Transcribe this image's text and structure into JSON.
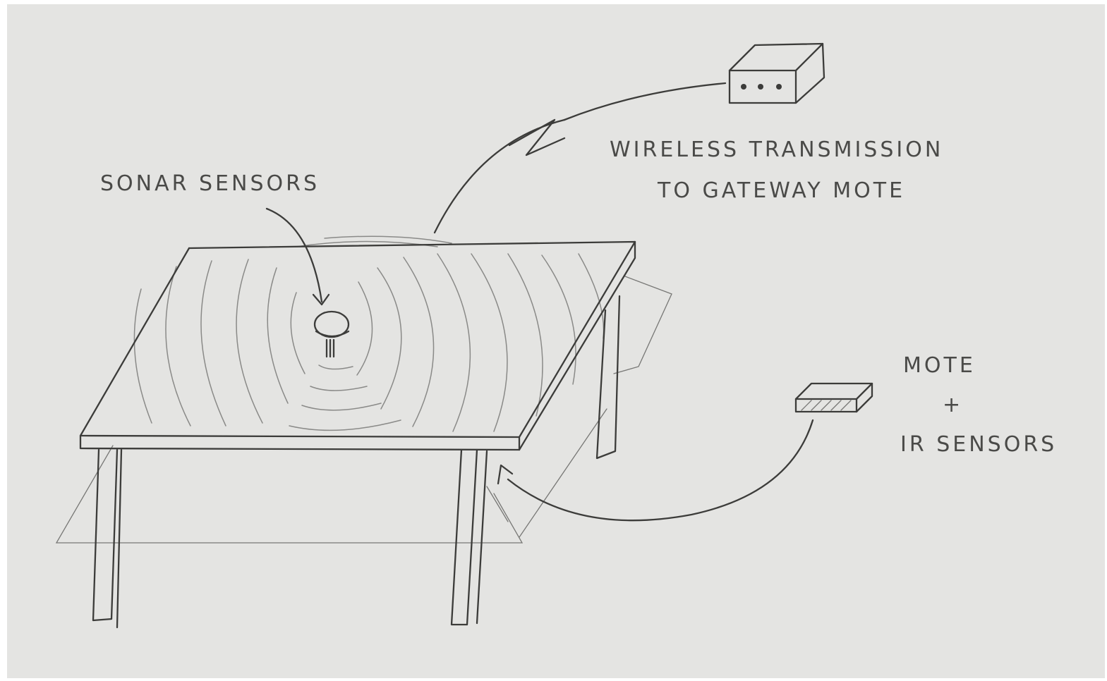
{
  "labels": {
    "sonar": "SONAR SENSORS",
    "wireless_line1": "WIRELESS TRANSMISSION",
    "wireless_line2": "TO GATEWAY MOTE",
    "mote_line1": "MOTE",
    "mote_line2": "+",
    "mote_line3": "IR SENSORS"
  }
}
